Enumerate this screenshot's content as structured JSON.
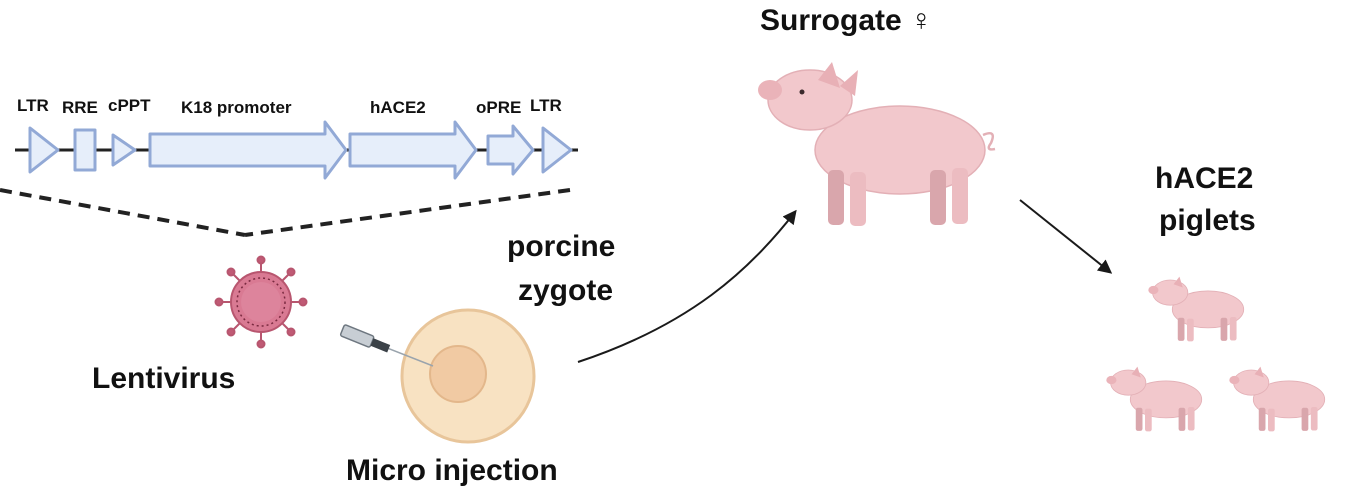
{
  "construct": {
    "labels": {
      "ltr_left": "LTR",
      "rre": "RRE",
      "cppt": "cPPT",
      "promoter": "K18 promoter",
      "gene": "hACE2",
      "opre": "oPRE",
      "ltr_right": "LTR"
    }
  },
  "virus_label": "Lentivirus",
  "zygote_label": [
    "porcine",
    "zygote"
  ],
  "injection_label": "Micro injection",
  "surrogate_label": "Surrogate ♀",
  "piglets_label": [
    "hACE2",
    "piglets"
  ],
  "colors": {
    "construct_fill": "#e6eefa",
    "construct_stroke": "#92a9d6",
    "virus": "#d97a93",
    "zygote": "#f8e2c2",
    "pig": "#f2c8cc",
    "arrow": "#1a1a1a"
  }
}
